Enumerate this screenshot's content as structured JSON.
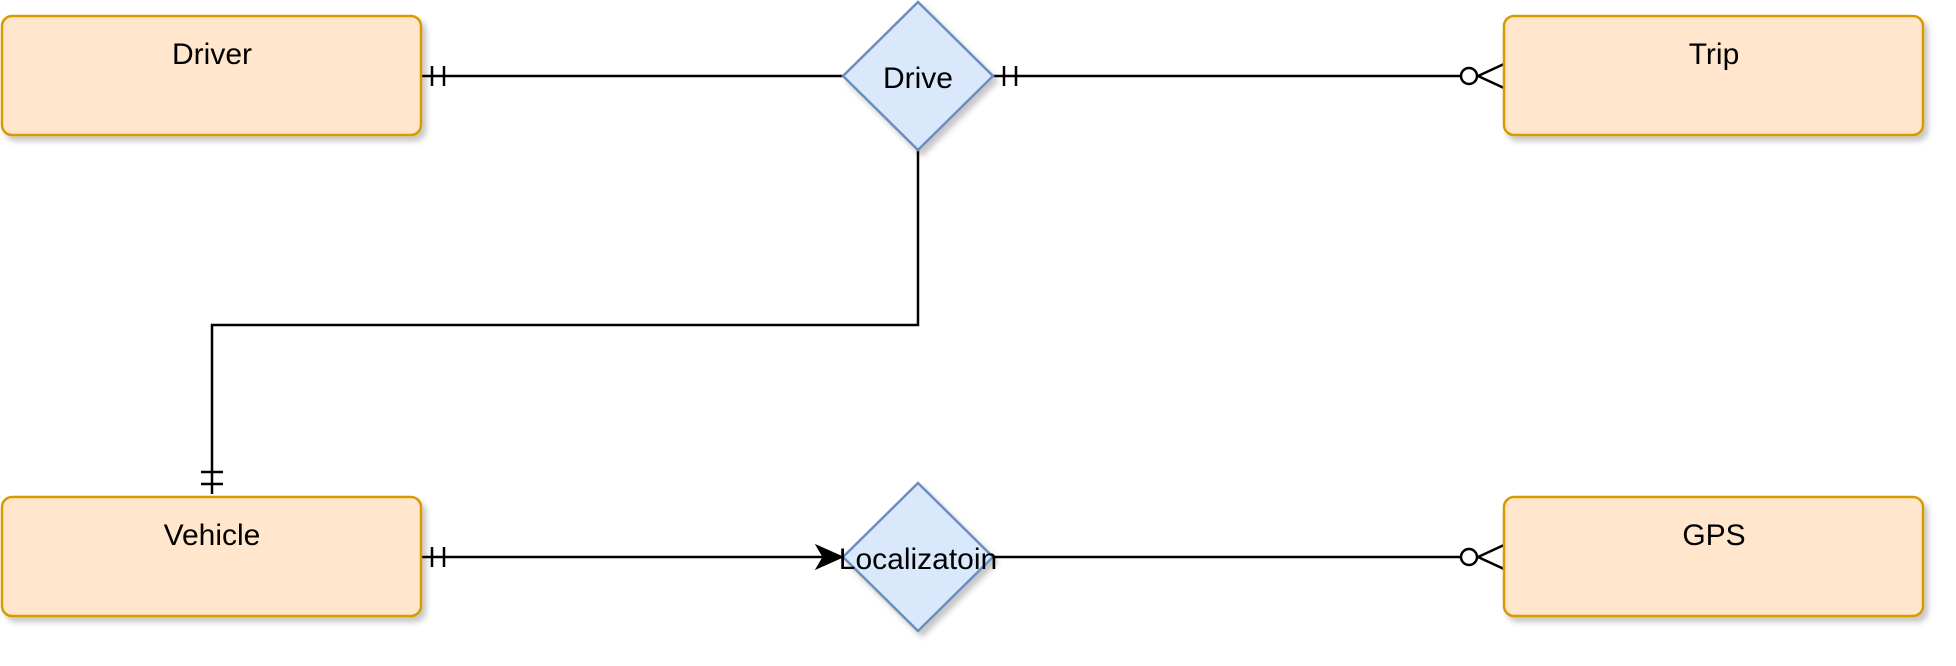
{
  "diagram": {
    "entities": {
      "driver": "Driver",
      "trip": "Trip",
      "vehicle": "Vehicle",
      "gps": "GPS"
    },
    "relationships": {
      "drive": "Drive",
      "localization": "Localizatoin"
    },
    "colors": {
      "entity_fill": "#ffe6cc",
      "entity_stroke": "#d79b00",
      "relationship_fill": "#dae8fc",
      "relationship_stroke": "#6c8ebf",
      "line": "#000000"
    },
    "connections": [
      {
        "from": "Driver",
        "to": "Drive",
        "from_end": "exactly-one",
        "to_end": "none"
      },
      {
        "from": "Drive",
        "to": "Trip",
        "from_end": "exactly-one",
        "to_end": "zero-or-many"
      },
      {
        "from": "Drive",
        "to": "Vehicle",
        "from_end": "none",
        "to_end": "exactly-one"
      },
      {
        "from": "Vehicle",
        "to": "Localizatoin",
        "from_end": "exactly-one",
        "to_end": "arrow"
      },
      {
        "from": "Localizatoin",
        "to": "GPS",
        "from_end": "none",
        "to_end": "zero-or-many"
      }
    ]
  }
}
